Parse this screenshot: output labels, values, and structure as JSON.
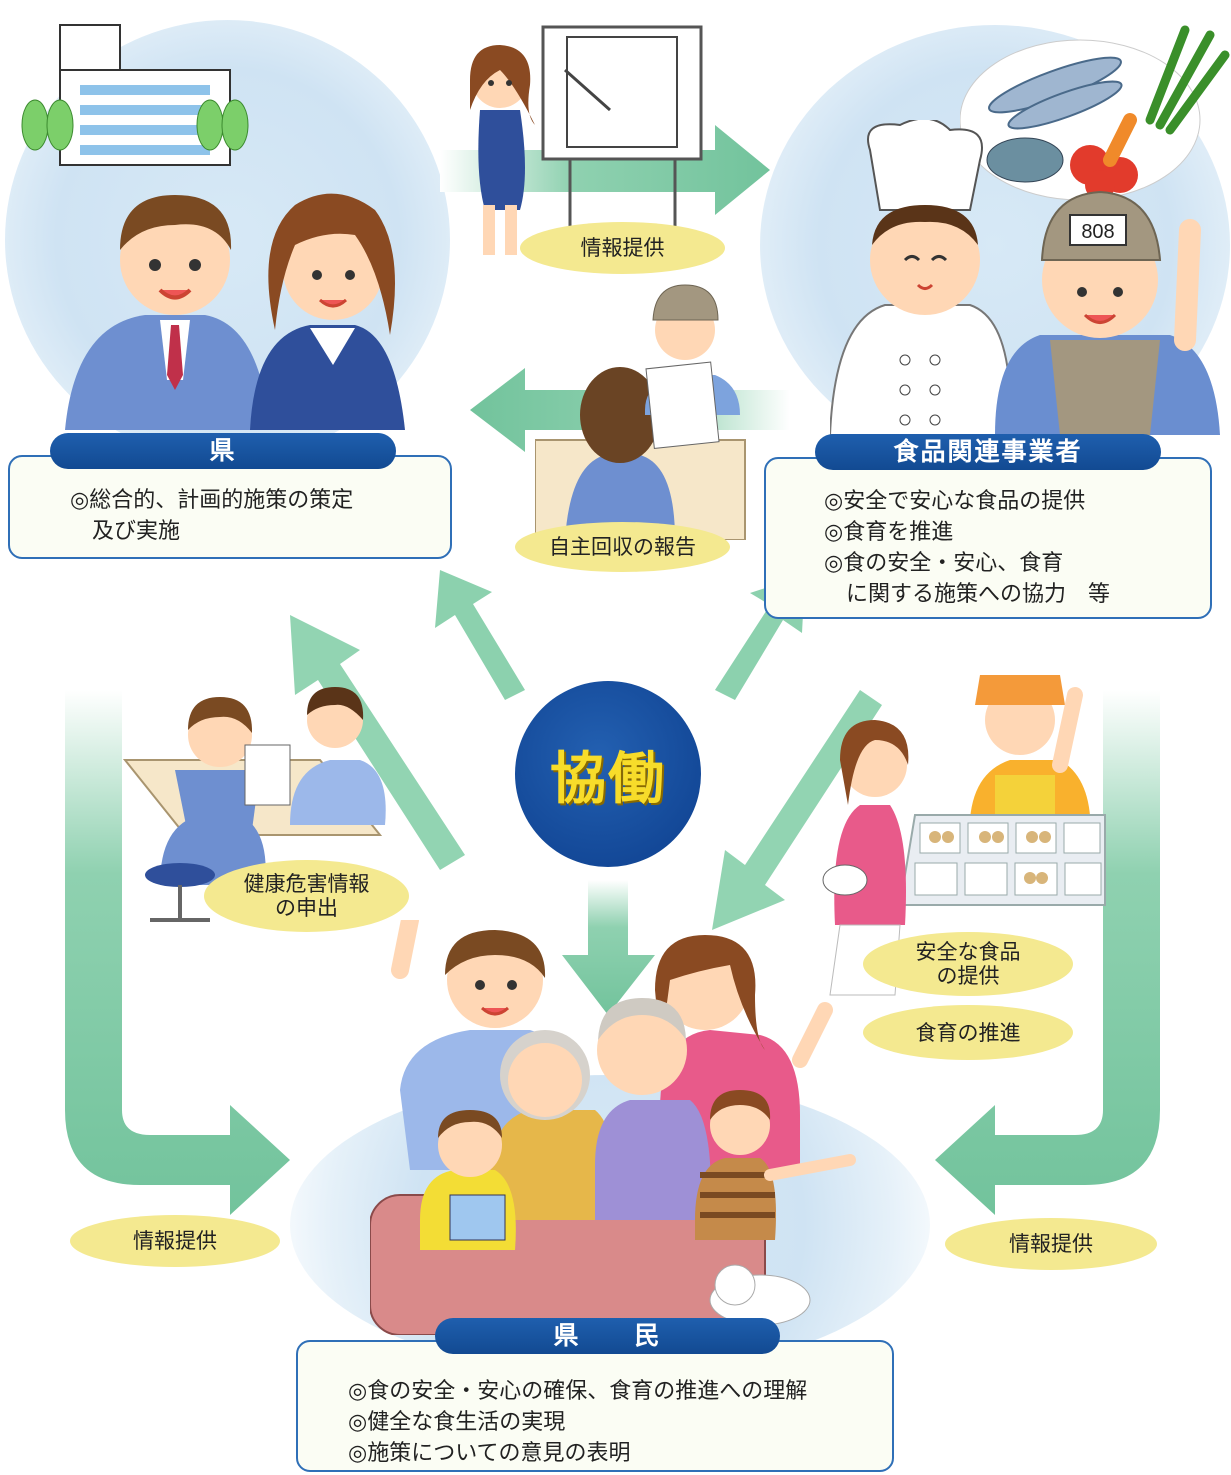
{
  "center": {
    "label": "協働"
  },
  "prefecture": {
    "title": "県",
    "items": [
      "◎総合的、計画的施策の策定",
      "　及び実施"
    ]
  },
  "business": {
    "title": "食品関連事業者",
    "items": [
      "◎安全で安心な食品の提供",
      "◎食育を推進",
      "◎食の安全・安心、食育",
      "　に関する施策への協力　等"
    ]
  },
  "residents": {
    "title": "県　　民",
    "items": [
      "◎食の安全・安心の確保、食育の推進への理解",
      "◎健全な食生活の実現",
      "◎施策についての意見の表明"
    ]
  },
  "flows": {
    "top_info": "情報提供",
    "recall_report": "自主回収の報告",
    "health_report_line1": "健康危害情報",
    "health_report_line2": "の申出",
    "safe_food_line1": "安全な食品",
    "safe_food_line2": "の提供",
    "food_education": "食育の推進",
    "left_info": "情報提供",
    "right_info": "情報提供"
  },
  "cap_badge": "808",
  "colors": {
    "arrow": "#7cc9a3",
    "header": "#1a56a3",
    "pill": "#f4e990",
    "center": "#124a98",
    "center_text": "#f7dc2a"
  }
}
